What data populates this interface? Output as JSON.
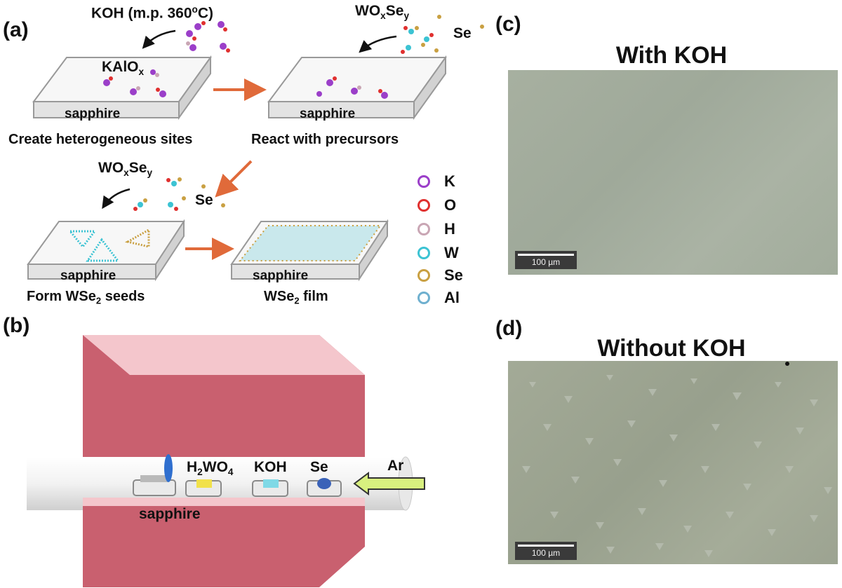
{
  "panels": {
    "a": "(a)",
    "b": "(b)",
    "c": "(c)",
    "d": "(d)"
  },
  "panel_a": {
    "koh_label": "KOH (m.p. 360",
    "koh_label_tail": "C)",
    "degree_symbol": "o",
    "kalox_main": "KAlO",
    "kalox_sub": "x",
    "wox_w": "WO",
    "wox_x": "x",
    "wox_se": "Se",
    "wox_y": "y",
    "se_label": "Se",
    "substrate_label": "sapphire",
    "step1": "Create heterogeneous sites",
    "step2": "React with precursors",
    "step3_pre": "Form WSe",
    "step3_sub": "2",
    "step3_post": " seeds",
    "step4_pre": "WSe",
    "step4_sub": "2",
    "step4_post": " film"
  },
  "legend": [
    {
      "label": "K",
      "color": "#9b3fc9"
    },
    {
      "label": "O",
      "color": "#e0302f"
    },
    {
      "label": "H",
      "color": "#c9a6b4"
    },
    {
      "label": "W",
      "color": "#3cc3d3"
    },
    {
      "label": "Se",
      "color": "#c9a042"
    },
    {
      "label": "Al",
      "color": "#6fb0cf"
    }
  ],
  "panel_b": {
    "h2wo4_pre": "H",
    "h2wo4_sub": "2",
    "h2wo4_post": "WO",
    "h2wo4_sub2": "4",
    "koh": "KOH",
    "se": "Se",
    "ar": "Ar",
    "sapphire": "sapphire"
  },
  "panel_c": {
    "title": "With KOH",
    "scale": "100 µm"
  },
  "panel_d": {
    "title": "Without KOH",
    "scale": "100 µm"
  },
  "colors": {
    "furnace": "#c9606f",
    "furnace_light": "#f4c6cc",
    "arrow": "#e06a3a",
    "micro_c": "#a4ae9d",
    "micro_d": "#9fa693"
  }
}
